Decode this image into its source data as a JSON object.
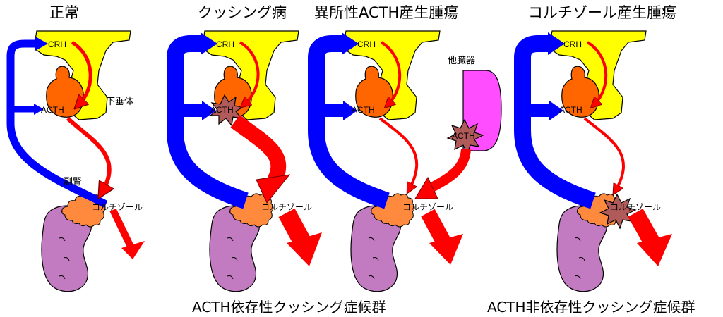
{
  "panels": [
    {
      "title": "正常",
      "crh": "CRH",
      "acth": "ACTH",
      "cortisol": "コルチゾール",
      "pituitary": "下垂体",
      "adrenal": "副腎"
    },
    {
      "title": "クッシング病",
      "crh": "CRH",
      "acth": "ACTH",
      "cortisol": "コルチゾール"
    },
    {
      "title": "異所性ACTH産生腫瘍",
      "crh": "CRH",
      "acth": "ACTH",
      "cortisol": "コルチゾール",
      "other_organ": "他臓器",
      "tumor_acth": "ACTH"
    },
    {
      "title": "コルチゾール産生腫瘍",
      "crh": "CRH",
      "acth": "ACTH",
      "cortisol": "コルチゾール"
    }
  ],
  "groups": {
    "acth_dependent": "ACTH依存性クッシング症候群",
    "acth_independent": "ACTH非依存性クッシング症候群"
  },
  "colors": {
    "hypothalamus": "#ffff00",
    "pituitary_anterior": "#ff6600",
    "adrenal": "#ff8a3d",
    "kidney": "#c27bc0",
    "feedback_arrow": "#0000ff",
    "stimulus_arrow": "#ff0000",
    "other_organ": "#ff4dff",
    "tumor": "#b05a5a"
  },
  "icons": [
    "tumor-star-icon",
    "kidney-icon",
    "adrenal-gland-icon",
    "pituitary-icon"
  ]
}
